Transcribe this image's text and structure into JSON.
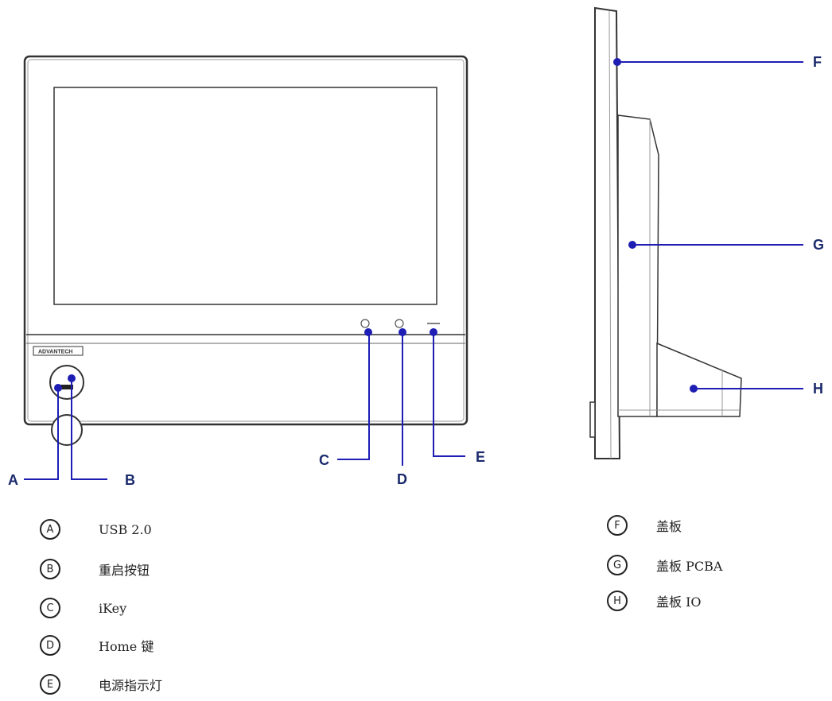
{
  "colors": {
    "callout": "#1e1eb4",
    "label": "#1a2a6c",
    "outline": "#333333"
  },
  "front_view": {
    "brand": "ADVANTECH"
  },
  "callouts": {
    "A": "A",
    "B": "B",
    "C": "C",
    "D": "D",
    "E": "E",
    "F": "F",
    "G": "G",
    "H": "H"
  },
  "legend": [
    {
      "key": "A",
      "text": "USB 2.0"
    },
    {
      "key": "B",
      "text": "重启按钮"
    },
    {
      "key": "C",
      "text": "iKey"
    },
    {
      "key": "D",
      "text": "Home 键"
    },
    {
      "key": "E",
      "text": "电源指示灯"
    },
    {
      "key": "F",
      "text": "盖板"
    },
    {
      "key": "G",
      "text": "盖板 PCBA"
    },
    {
      "key": "H",
      "text": "盖板 IO"
    }
  ]
}
